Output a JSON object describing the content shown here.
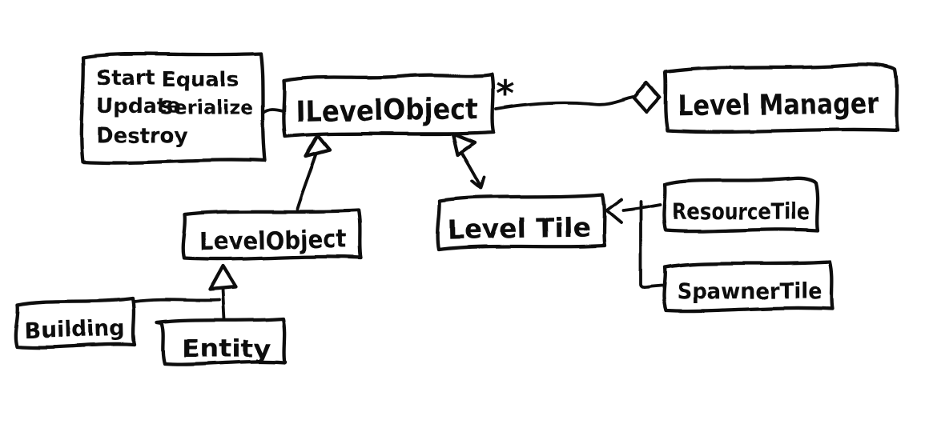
{
  "diagram": {
    "kind": "uml-class-diagram-hand-drawn",
    "colors": {
      "ink": "#0b0b0b",
      "background": "#ffffff"
    },
    "nodes": {
      "methods_note": {
        "left_column": [
          "Start",
          "Update",
          "Destroy"
        ],
        "right_column": [
          "Equals",
          "Serialize"
        ]
      },
      "ilevelobject": {
        "label": "ILevelObject"
      },
      "levelmanager": {
        "label": "Level Manager"
      },
      "levelobject": {
        "label": "LevelObject"
      },
      "leveltile": {
        "label": "Level Tile"
      },
      "resourcetile": {
        "label": "ResourceTile"
      },
      "spawnertile": {
        "label": "SpawnerTile"
      },
      "building": {
        "label": "Building"
      },
      "entity": {
        "label": "Entity"
      }
    },
    "relations": [
      {
        "from": "LevelObject",
        "to": "ILevelObject",
        "type": "inheritance"
      },
      {
        "from": "LevelTile",
        "to": "ILevelObject",
        "type": "inheritance"
      },
      {
        "from": "Building",
        "to": "LevelObject",
        "type": "inheritance"
      },
      {
        "from": "Entity",
        "to": "LevelObject",
        "type": "inheritance"
      },
      {
        "from": "ResourceTile",
        "to": "LevelTile",
        "type": "inheritance"
      },
      {
        "from": "SpawnerTile",
        "to": "LevelTile",
        "type": "inheritance"
      },
      {
        "from": "ILevelObject",
        "to": "LevelManager",
        "type": "aggregation",
        "multiplicity": "*"
      },
      {
        "from": "methods_note",
        "to": "ILevelObject",
        "type": "attachment"
      }
    ]
  }
}
